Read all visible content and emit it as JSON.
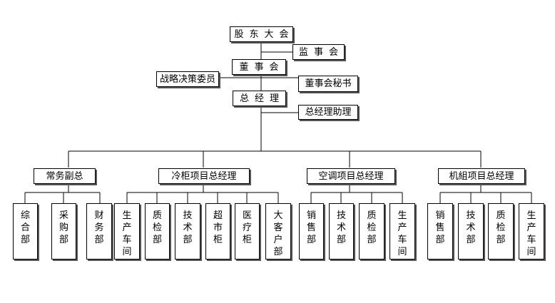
{
  "top": {
    "shareholders": "股东大会",
    "supervisors": "监事会",
    "board": "董事会",
    "strategy_committee": "战略决策委员",
    "board_secretary": "董事会秘书",
    "general_manager": "总经理",
    "gm_assistant": "总经理助理"
  },
  "divisions": [
    {
      "name": "常务副总",
      "departments": [
        "综合部",
        "采购部",
        "财务部"
      ]
    },
    {
      "name": "冷柜项目总经理",
      "departments": [
        "生产车间",
        "质检部",
        "技术部",
        "超市柜",
        "医疗柜",
        "大客户部"
      ]
    },
    {
      "name": "空调项目总经理",
      "departments": [
        "销售部",
        "技术部",
        "质检部",
        "生产车间"
      ]
    },
    {
      "name": "机組项目总经理",
      "departments": [
        "销售部",
        "技术部",
        "质检部",
        "生产车间"
      ]
    }
  ]
}
